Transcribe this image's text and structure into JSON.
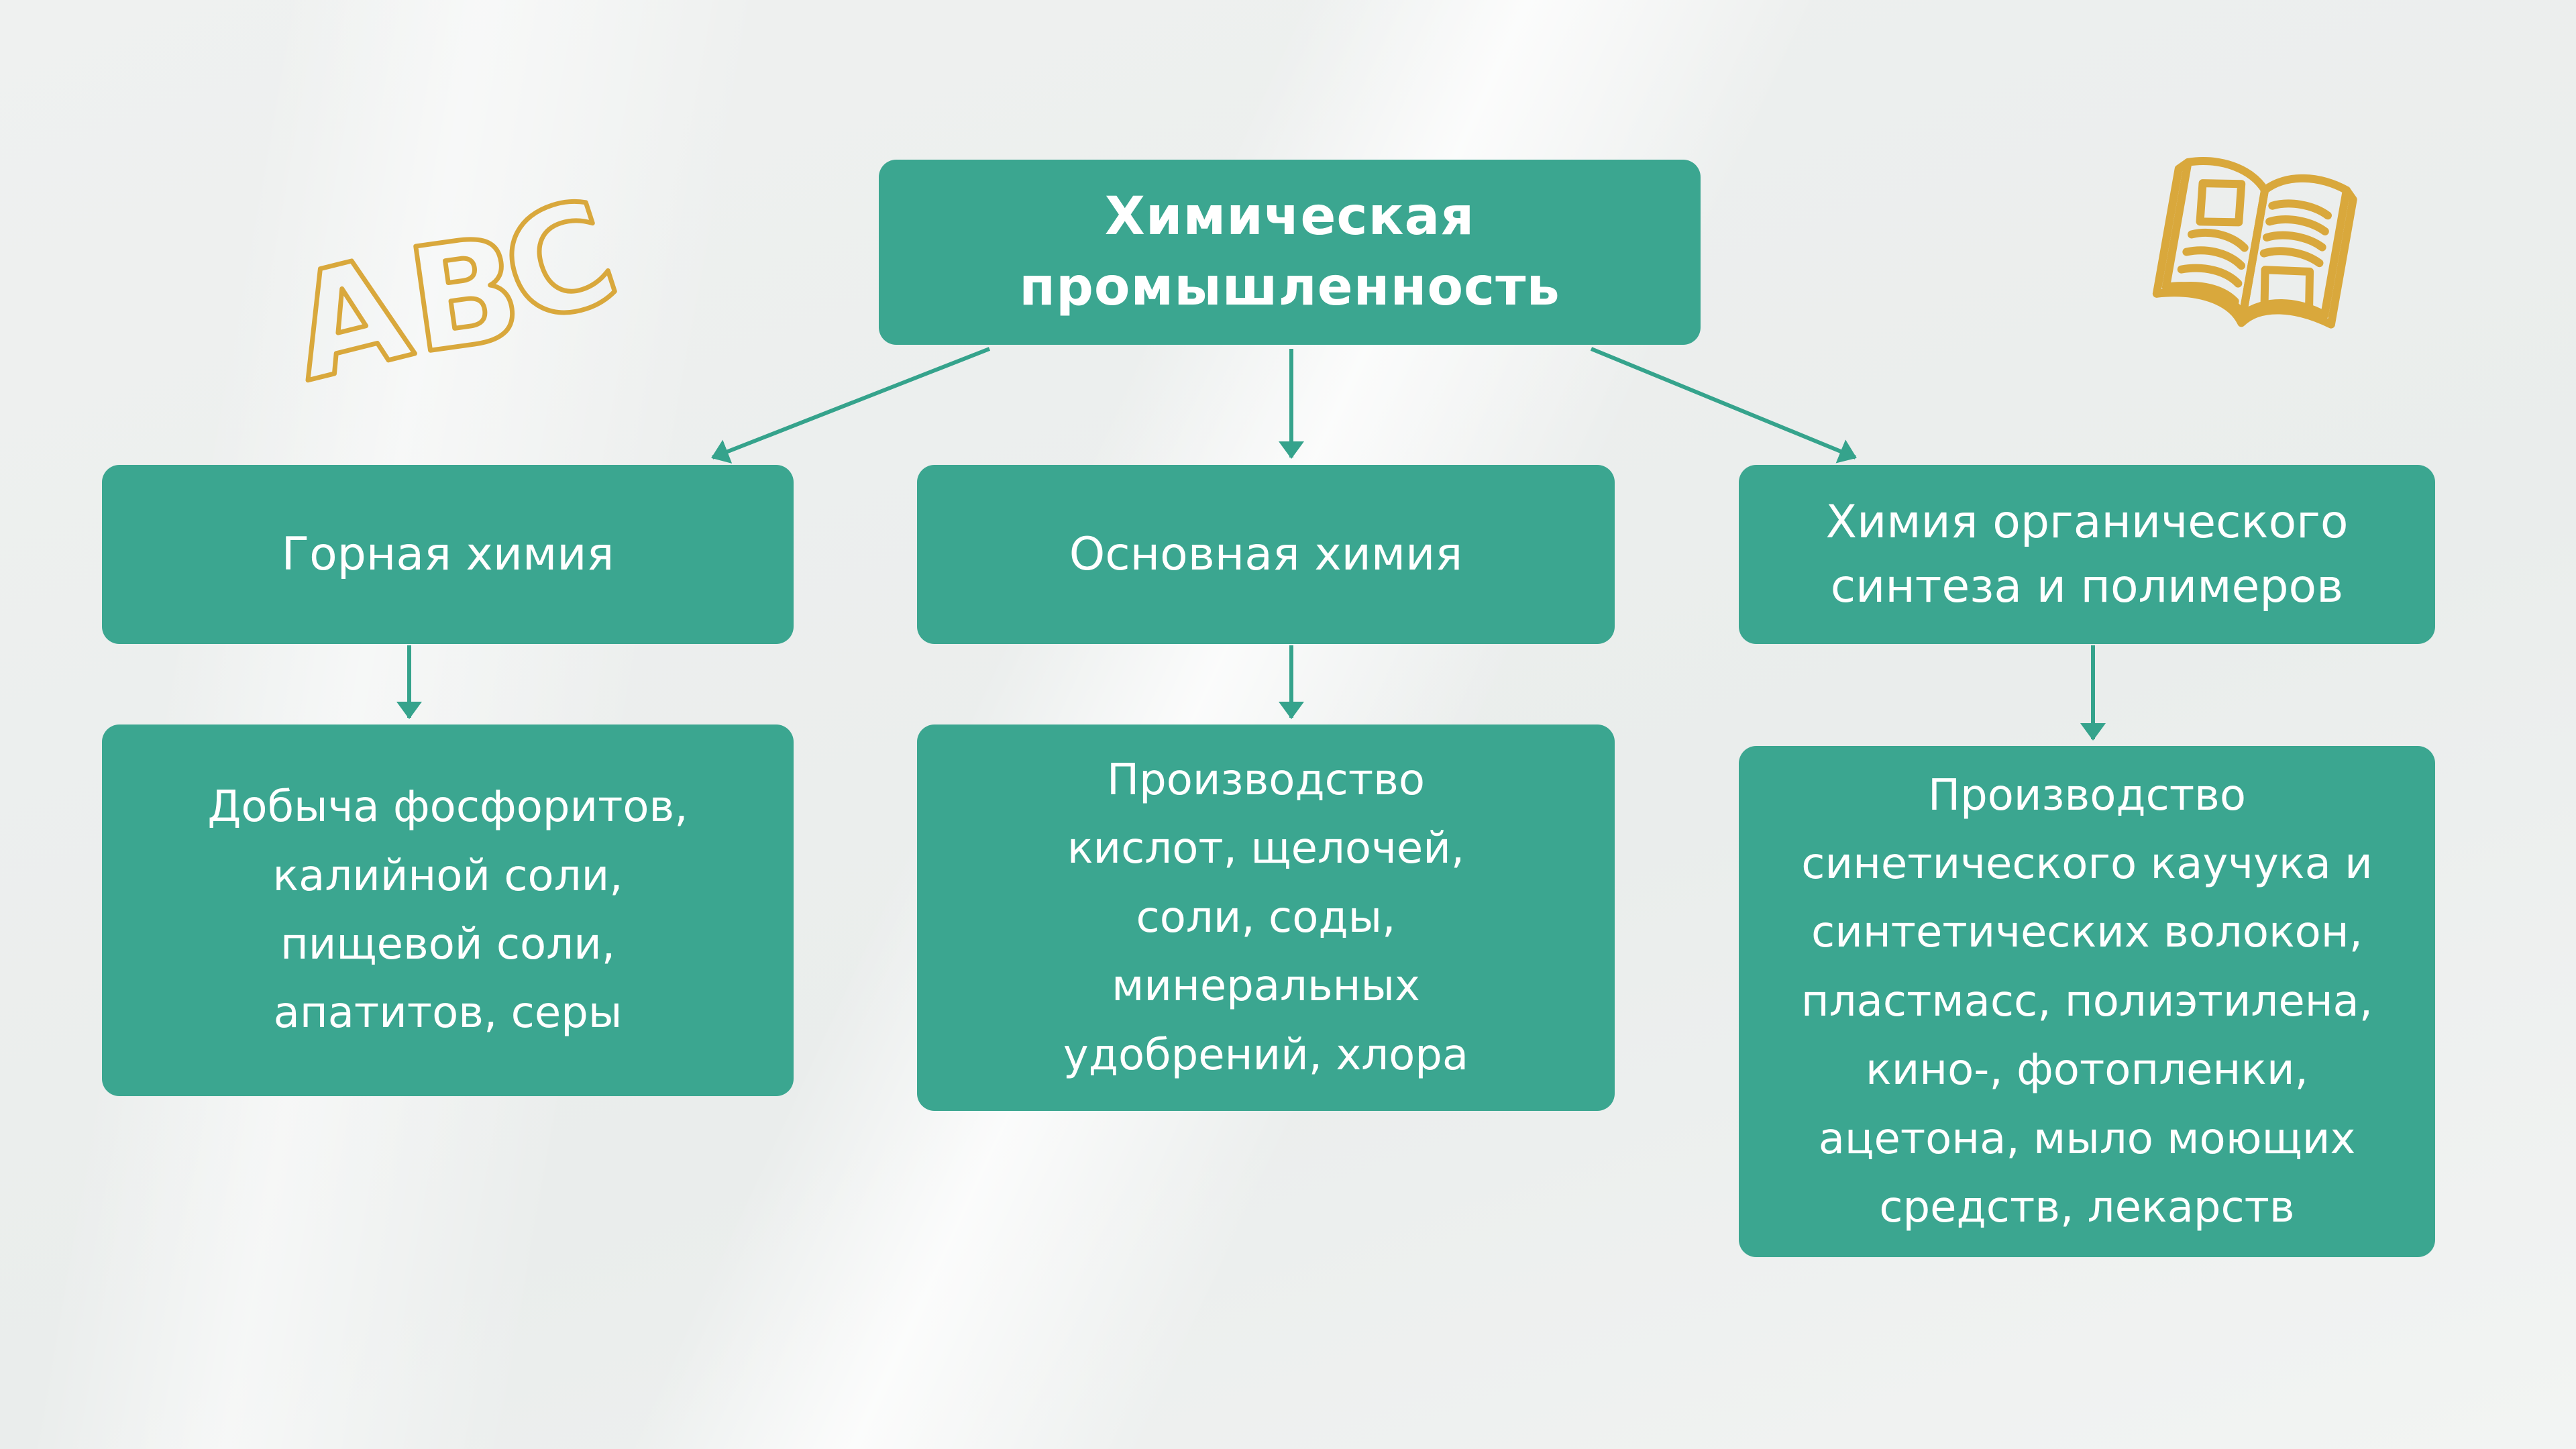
{
  "colors": {
    "node_fill": "#3BA690",
    "node_text": "#FFFFFF",
    "arrow": "#35A38C",
    "decoration_gold": "#D9A83C",
    "background": "#EDEFEE"
  },
  "diagram": {
    "root": {
      "label": "Химическая\nпромышленность"
    },
    "level2": [
      {
        "label": "Горная химия"
      },
      {
        "label": "Основная химия"
      },
      {
        "label": "Химия органического\nсинтеза и полимеров"
      }
    ],
    "level3": [
      {
        "label": "Добыча фосфоритов,\nкалийной соли,\nпищевой соли,\nапатитов, серы"
      },
      {
        "label": "Производство\nкислот, щелочей,\nсоли, соды,\nминеральных\nудобрений, хлора"
      },
      {
        "label": "Производство\nсинетического каучука и\nсинтетических волокон,\nпластмасс, полиэтилена,\nкино-, фотопленки,\nацетона, мыло моющих\nсредств, лекарств"
      }
    ]
  },
  "decorations": {
    "letters": [
      "A",
      "B",
      "C"
    ],
    "book_icon": "open-book-icon"
  }
}
